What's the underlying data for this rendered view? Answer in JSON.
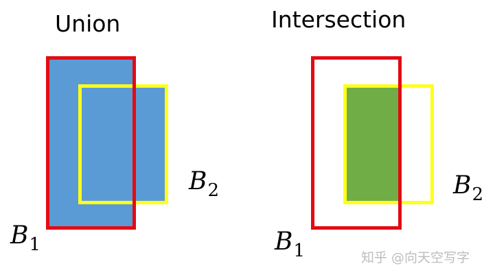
{
  "panels": [
    {
      "title": "Union",
      "box1": {
        "label": "B",
        "subscript": "1",
        "stroke": "#e30b13"
      },
      "box2": {
        "label": "B",
        "subscript": "2",
        "stroke": "#ffff1a"
      },
      "fill": "#5b9bd5",
      "fill_region": "union"
    },
    {
      "title": "Intersection",
      "box1": {
        "label": "B",
        "subscript": "1",
        "stroke": "#e30b13"
      },
      "box2": {
        "label": "B",
        "subscript": "2",
        "stroke": "#ffff1a"
      },
      "fill": "#70ad47",
      "fill_region": "intersection"
    }
  ],
  "watermark": "知乎 @向天空写字"
}
